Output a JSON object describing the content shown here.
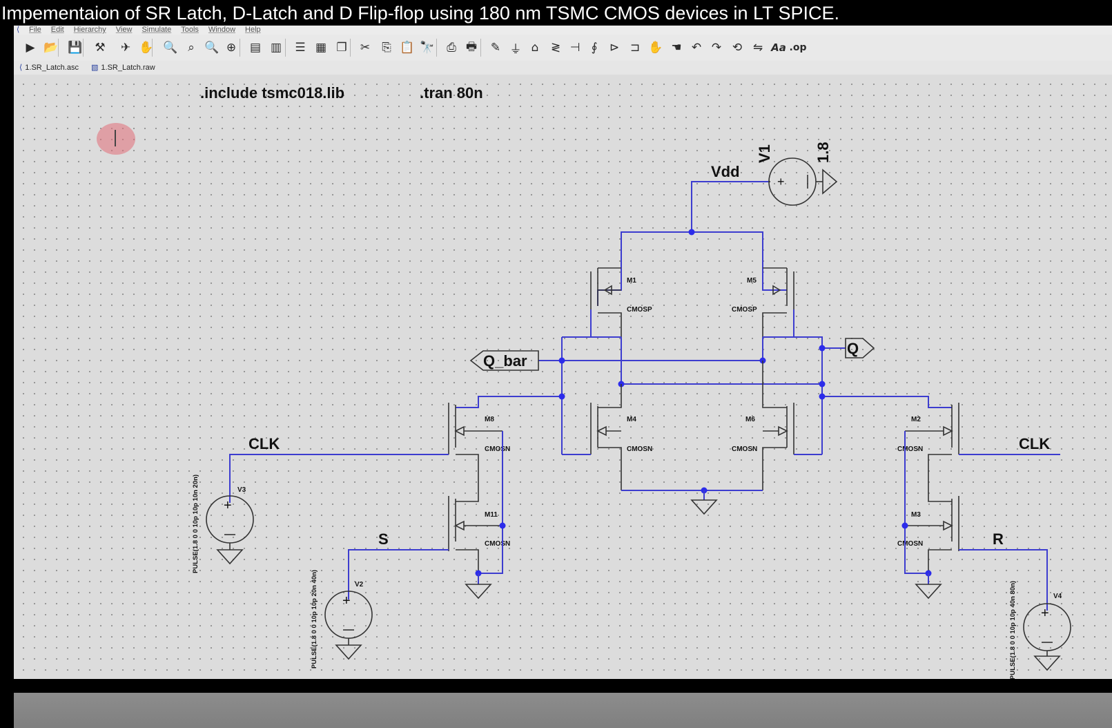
{
  "caption": "Impementaion of SR Latch, D-Latch and D Flip-flop using 180 nm TSMC CMOS devices in LT SPICE.",
  "menu": [
    "File",
    "Edit",
    "Hierarchy",
    "View",
    "Simulate",
    "Tools",
    "Window",
    "Help"
  ],
  "toolbar": {
    "buttons": [
      {
        "name": "run-icon",
        "glyph": "▶"
      },
      {
        "name": "open-icon",
        "glyph": "📂"
      },
      {
        "name": "save-icon",
        "glyph": "💾"
      },
      {
        "name": "control-panel-icon",
        "glyph": "⚒"
      },
      {
        "name": "halt-icon",
        "glyph": "✈"
      },
      {
        "name": "pan-icon",
        "glyph": "✋"
      },
      {
        "name": "zoom-in-icon",
        "glyph": "🔍"
      },
      {
        "name": "zoom-area-icon",
        "glyph": "⌕"
      },
      {
        "name": "zoom-out-icon",
        "glyph": "🔍"
      },
      {
        "name": "zoom-fit-icon",
        "glyph": "⊕"
      },
      {
        "name": "autorange-icon",
        "glyph": "▤"
      },
      {
        "name": "grid-icon",
        "glyph": "▥"
      },
      {
        "name": "tile-horizontal-icon",
        "glyph": "☰"
      },
      {
        "name": "tile-vertical-icon",
        "glyph": "▦"
      },
      {
        "name": "cascade-icon",
        "glyph": "❐"
      },
      {
        "name": "cut-icon",
        "glyph": "✂"
      },
      {
        "name": "copy-icon",
        "glyph": "⎘"
      },
      {
        "name": "paste-icon",
        "glyph": "📋"
      },
      {
        "name": "find-icon",
        "glyph": "🔭"
      },
      {
        "name": "print-preview-icon",
        "glyph": "⎙"
      },
      {
        "name": "print-icon",
        "glyph": "🖶"
      },
      {
        "name": "draw-wire-icon",
        "glyph": "✎"
      },
      {
        "name": "ground-icon",
        "glyph": "⏚"
      },
      {
        "name": "label-net-icon",
        "glyph": "⌂"
      },
      {
        "name": "resistor-icon",
        "glyph": "≷"
      },
      {
        "name": "capacitor-icon",
        "glyph": "⊣"
      },
      {
        "name": "inductor-icon",
        "glyph": "∮"
      },
      {
        "name": "diode-icon",
        "glyph": "⊳"
      },
      {
        "name": "component-icon",
        "glyph": "⊐"
      },
      {
        "name": "move-icon",
        "glyph": "✋"
      },
      {
        "name": "drag-icon",
        "glyph": "☚"
      },
      {
        "name": "undo-icon",
        "glyph": "↶"
      },
      {
        "name": "redo-icon",
        "glyph": "↷"
      },
      {
        "name": "rotate-icon",
        "glyph": "⟲"
      },
      {
        "name": "mirror-icon",
        "glyph": "⇋"
      }
    ],
    "text_tool_label": "Aa",
    "spice_directive_label": ".op"
  },
  "tabs": [
    {
      "name": "tab-schematic",
      "icon": "⟨",
      "label": "1.SR_Latch.asc"
    },
    {
      "name": "tab-waveform",
      "icon": "▧",
      "label": "1.SR_Latch.raw"
    }
  ],
  "directives": {
    "include": ".include tsmc018.lib",
    "tran": ".tran 80n"
  },
  "nets": {
    "vdd": "Vdd",
    "q_bar": "Q_bar",
    "q": "Q",
    "clk_left": "CLK",
    "clk_right": "CLK",
    "s": "S",
    "r": "R"
  },
  "sources": {
    "v1": {
      "name": "V1",
      "value": "1.8"
    },
    "v2": {
      "name": "V2",
      "value": "PULSE(1.8 0 0 10p 10p 20n 40n)"
    },
    "v3": {
      "name": "V3",
      "value": "PULSE(1.8 0 0 10p 10p 10n 20n)"
    },
    "v4": {
      "name": "V4",
      "value": "PULSE(1.8 0 0 10p 10p 40n 80n)"
    }
  },
  "transistors": {
    "m1": {
      "name": "M1",
      "model": "CMOSP"
    },
    "m5": {
      "name": "M5",
      "model": "CMOSP"
    },
    "m4": {
      "name": "M4",
      "model": "CMOSN"
    },
    "m6": {
      "name": "M6",
      "model": "CMOSN"
    },
    "m8": {
      "name": "M8",
      "model": "CMOSN"
    },
    "m11": {
      "name": "M11",
      "model": "CMOSN"
    },
    "m2": {
      "name": "M2",
      "model": "CMOSN"
    },
    "m3": {
      "name": "M3",
      "model": "CMOSN"
    }
  },
  "colors": {
    "wire": "#3c3ccf",
    "junction": "#2c2cea",
    "canvas": "#dcdcdc"
  }
}
